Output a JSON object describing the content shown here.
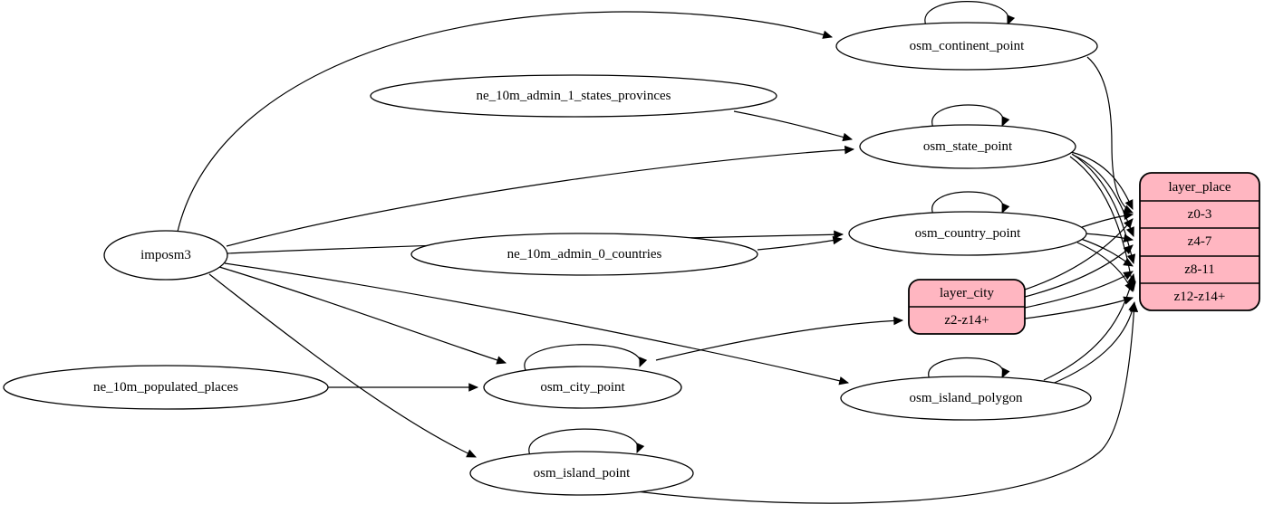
{
  "diagram": {
    "type": "etl-graph",
    "colors": {
      "background": "#ffffff",
      "node_fill": "#ffffff",
      "node_stroke": "#000000",
      "record_fill": "#ffb6c1",
      "record_stroke": "#000000",
      "edge": "#000000"
    },
    "nodes": {
      "imposm3": {
        "label": "imposm3",
        "shape": "ellipse"
      },
      "ne_10m_admin_1_states_provinces": {
        "label": "ne_10m_admin_1_states_provinces",
        "shape": "ellipse"
      },
      "ne_10m_admin_0_countries": {
        "label": "ne_10m_admin_0_countries",
        "shape": "ellipse"
      },
      "ne_10m_populated_places": {
        "label": "ne_10m_populated_places",
        "shape": "ellipse"
      },
      "osm_continent_point": {
        "label": "osm_continent_point",
        "shape": "ellipse"
      },
      "osm_state_point": {
        "label": "osm_state_point",
        "shape": "ellipse"
      },
      "osm_country_point": {
        "label": "osm_country_point",
        "shape": "ellipse"
      },
      "osm_city_point": {
        "label": "osm_city_point",
        "shape": "ellipse"
      },
      "osm_island_polygon": {
        "label": "osm_island_polygon",
        "shape": "ellipse"
      },
      "osm_island_point": {
        "label": "osm_island_point",
        "shape": "ellipse"
      }
    },
    "records": {
      "layer_city": {
        "title": "layer_city",
        "rows": [
          "z2-z14+"
        ]
      },
      "layer_place": {
        "title": "layer_place",
        "rows": [
          "z0-3",
          "z4-7",
          "z8-11",
          "z12-z14+"
        ]
      }
    },
    "edges": [
      {
        "from": "imposm3",
        "to": "osm_continent_point"
      },
      {
        "from": "imposm3",
        "to": "osm_state_point"
      },
      {
        "from": "imposm3",
        "to": "osm_country_point"
      },
      {
        "from": "imposm3",
        "to": "osm_city_point"
      },
      {
        "from": "imposm3",
        "to": "osm_island_polygon"
      },
      {
        "from": "imposm3",
        "to": "osm_island_point"
      },
      {
        "from": "ne_10m_admin_1_states_provinces",
        "to": "osm_state_point"
      },
      {
        "from": "ne_10m_admin_0_countries",
        "to": "osm_country_point"
      },
      {
        "from": "ne_10m_populated_places",
        "to": "osm_city_point"
      },
      {
        "from": "osm_continent_point",
        "to": "osm_continent_point"
      },
      {
        "from": "osm_state_point",
        "to": "osm_state_point"
      },
      {
        "from": "osm_country_point",
        "to": "osm_country_point"
      },
      {
        "from": "osm_city_point",
        "to": "osm_city_point"
      },
      {
        "from": "osm_island_polygon",
        "to": "osm_island_polygon"
      },
      {
        "from": "osm_island_point",
        "to": "osm_island_point"
      },
      {
        "from": "osm_continent_point",
        "to": "layer_place.z0-3"
      },
      {
        "from": "osm_state_point",
        "to": "layer_place.z0-3"
      },
      {
        "from": "osm_state_point",
        "to": "layer_place.z4-7"
      },
      {
        "from": "osm_state_point",
        "to": "layer_place.z8-11"
      },
      {
        "from": "osm_state_point",
        "to": "layer_place.z12-z14+"
      },
      {
        "from": "osm_country_point",
        "to": "layer_place.z0-3"
      },
      {
        "from": "osm_country_point",
        "to": "layer_place.z4-7"
      },
      {
        "from": "osm_country_point",
        "to": "layer_place.z8-11"
      },
      {
        "from": "osm_country_point",
        "to": "layer_place.z12-z14+"
      },
      {
        "from": "osm_city_point",
        "to": "layer_city.z2-z14+"
      },
      {
        "from": "layer_city",
        "to": "layer_place.z0-3"
      },
      {
        "from": "layer_city",
        "to": "layer_place.z4-7"
      },
      {
        "from": "layer_city",
        "to": "layer_place.z8-11"
      },
      {
        "from": "layer_city",
        "to": "layer_place.z12-z14+"
      },
      {
        "from": "osm_island_polygon",
        "to": "layer_place.z8-11"
      },
      {
        "from": "osm_island_polygon",
        "to": "layer_place.z12-z14+"
      },
      {
        "from": "osm_island_point",
        "to": "layer_place.z12-z14+"
      }
    ]
  }
}
